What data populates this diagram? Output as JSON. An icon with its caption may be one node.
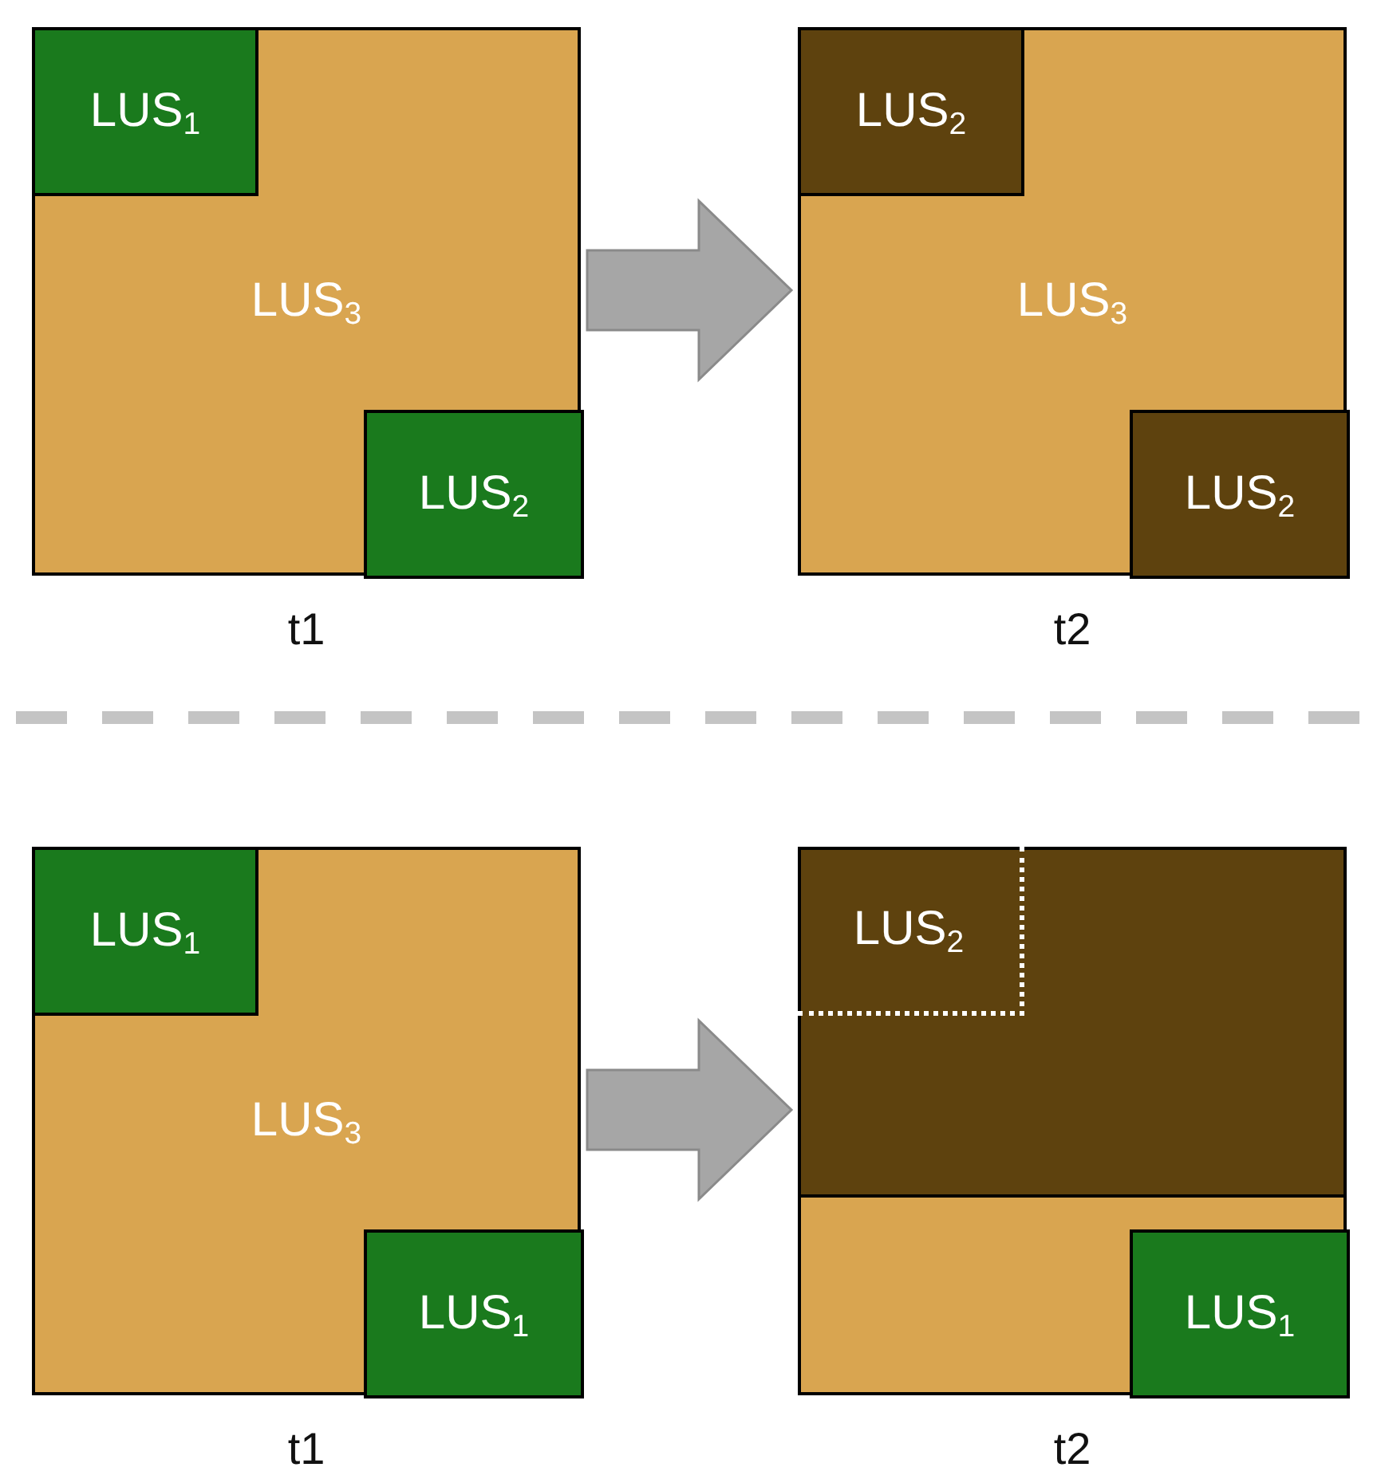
{
  "diagram": {
    "nodes": [
      {
        "text": [
          "LUS$_{3}$"
        ],
        "beside": [
          "t1"
        ]
      },
      {
        "text": [
          "LUS$_{1}$"
        ],
        "in": 0
      },
      {
        "text": [
          "LUS$_{2}$"
        ],
        "in": 0
      },
      {
        "text": [
          "LUS$_{3}$"
        ],
        "beside": [
          "t2"
        ]
      },
      {
        "text": [
          "LUS$_{2}$"
        ],
        "in": 3
      },
      {
        "text": [
          "LUS$_{2}$"
        ],
        "in": 3
      },
      {
        "text": [
          "LUS$_{3}$"
        ],
        "beside": [
          "t1"
        ]
      },
      {
        "text": [
          "LUS$_{1}$"
        ],
        "in": 6
      },
      {
        "text": [
          "LUS$_{1}$"
        ],
        "in": 6
      },
      {
        "text": [],
        "shape": "box",
        "beside": [
          "t2"
        ]
      },
      {
        "text": [],
        "shape": "box",
        "in": 9
      },
      {
        "text": [
          "LUS$_{2}$"
        ],
        "in": 10
      },
      {
        "text": [
          "LUS$_{1}$"
        ],
        "in": 9
      }
    ],
    "edges": [
      {
        "from": 0,
        "to": 3,
        "arrow": "to",
        "style": "thick"
      },
      {
        "from": 6,
        "to": 9,
        "arrow": "to",
        "style": "thick"
      }
    ]
  }
}
